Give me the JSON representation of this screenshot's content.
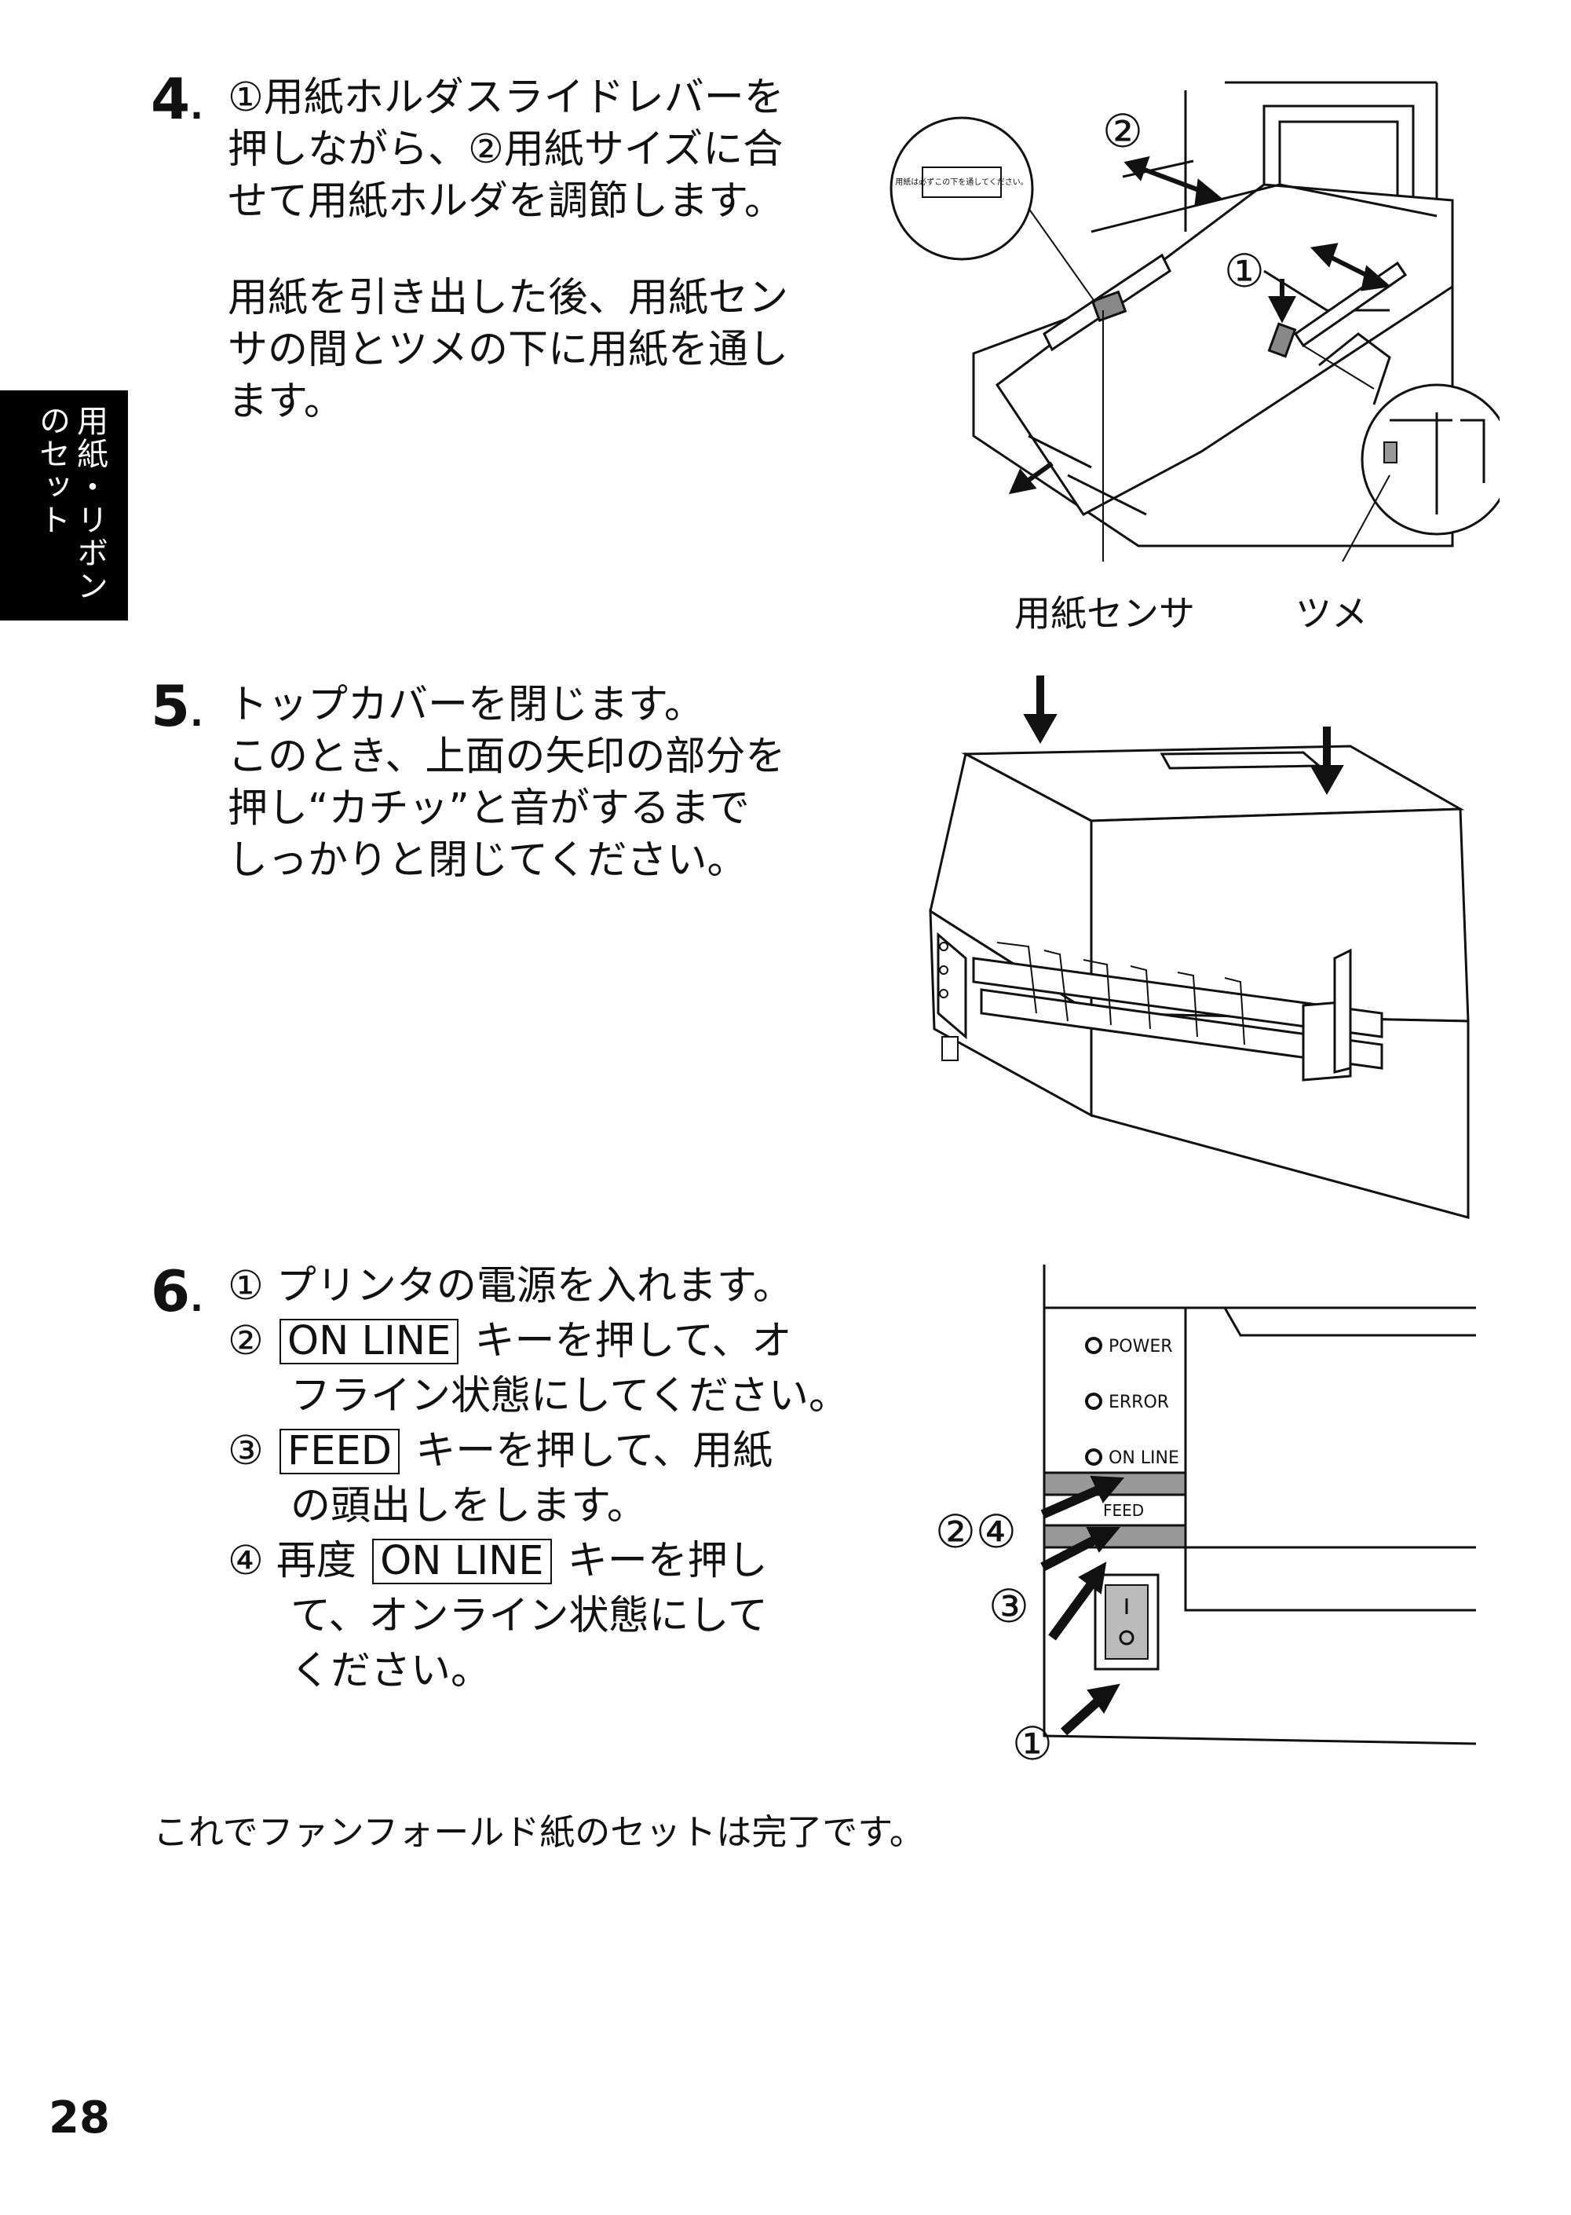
{
  "side_tab": {
    "col1": "用紙・リボン",
    "col2": "のセット"
  },
  "step4": {
    "number": "4",
    "lines_a": [
      "①用紙ホルダスライドレバーを",
      "押しながら、②用紙サイズに合",
      "せて用紙ホルダを調節します。"
    ],
    "lines_b": [
      "用紙を引き出した後、用紙セン",
      "サの間とツメの下に用紙を通し",
      "ます。"
    ],
    "figure_markers": [
      "②",
      "①"
    ],
    "label_sensor": "用紙は必ずこの下を通してください。",
    "caption_sensor": "用紙センサ",
    "caption_claw": "ツメ"
  },
  "step5": {
    "number": "5",
    "lines": [
      "トップカバーを閉じます。",
      "このとき、上面の矢印の部分を",
      "押し“カチッ”と音がするまで",
      "しっかりと閉じてください。"
    ]
  },
  "step6": {
    "number": "6",
    "item1": "① プリンタの電源を入れます。",
    "item2_prefix": "②",
    "item2_key": "ON LINE",
    "item2_suffix": "キーを押して、オ",
    "item2_cont": "フライン状態にしてください。",
    "item3_prefix": "③",
    "item3_key": "FEED",
    "item3_suffix": "キーを押して、用紙",
    "item3_cont": "の頭出しをします。",
    "item4_prefix": "④ 再度",
    "item4_key": "ON LINE",
    "item4_suffix": "キーを押し",
    "item4_cont1": "て、オンライン状態にして",
    "item4_cont2": "ください。",
    "panel": {
      "power": "POWER",
      "error": "ERROR",
      "online": "ON  LINE",
      "feed": "FEED"
    },
    "markers": {
      "m24": "②④",
      "m3": "③",
      "m1": "①"
    }
  },
  "final_text": "これでファンフォールド紙のセットは完了です。",
  "page_number": "28"
}
